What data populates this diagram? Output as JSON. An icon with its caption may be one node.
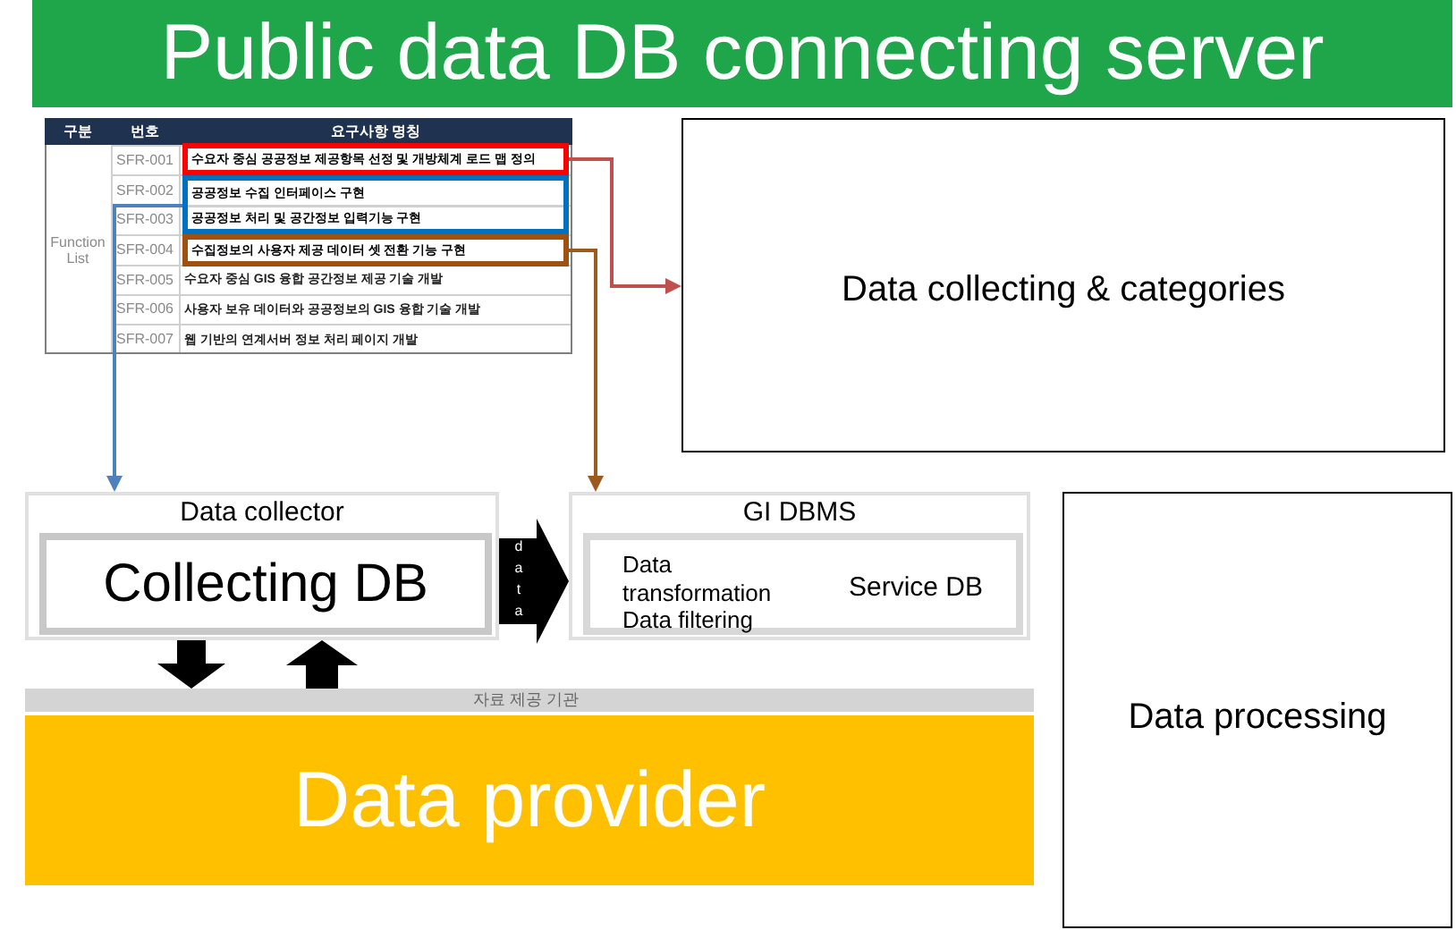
{
  "diagram": {
    "title": "Public data DB connecting server",
    "nodes": [
      {
        "text": [
          "수요자 중심 공공정보 제공항목 선정 및 개방체계 로드 맵 정의"
        ]
      },
      {
        "text": [
          "공공정보 수집 인터페이스 구현",
          "공공정보 처리 및 공간정보 입력기능 구현"
        ]
      },
      {
        "text": [
          "수집정보의 사용자 제공 데이터 셋 전환 기능 구현"
        ]
      },
      {
        "text": [
          "Data collecting & categories"
        ]
      },
      {
        "text": [
          "Data collector"
        ]
      },
      {
        "text": [
          "Collecting DB"
        ],
        "in": 4
      },
      {
        "text": [
          "GI DBMS"
        ]
      },
      {
        "text": [
          "Data transformation",
          "Data filtering",
          "Service DB"
        ],
        "in": 6
      },
      {
        "text": [
          "자료 제공 기관",
          "Data provider"
        ]
      },
      {
        "text": [
          "Data processing"
        ]
      }
    ],
    "edges": [
      {
        "from": 0,
        "to": 3,
        "arrow": "to",
        "color": "#c0504d"
      },
      {
        "from": 1,
        "to": 4,
        "arrow": "to",
        "color": "#4f81bd"
      },
      {
        "from": 2,
        "to": 6,
        "arrow": "to",
        "color": "#9c5a1e"
      },
      {
        "from": 4,
        "to": 6,
        "arrow": "to",
        "label": "data",
        "style": "thick"
      },
      {
        "from": 4,
        "to": 8,
        "arrow": "to",
        "style": "thick"
      },
      {
        "from": 8,
        "to": 4,
        "arrow": "to",
        "style": "thick"
      }
    ],
    "labels": [
      "구분",
      "번호",
      "요구사항 명칭",
      "Function List",
      "SFR-001",
      "SFR-002",
      "SFR-003",
      "SFR-004",
      "SFR-005",
      "수요자 중심 GIS 융합 공간정보 제공 기술 개발",
      "SFR-006",
      "사용자 보유 데이터와 공공정보의 GIS 융합 기술 개발",
      "SFR-007",
      "웹 기반의 연계서버 정보 처리 페이지 개발"
    ]
  }
}
